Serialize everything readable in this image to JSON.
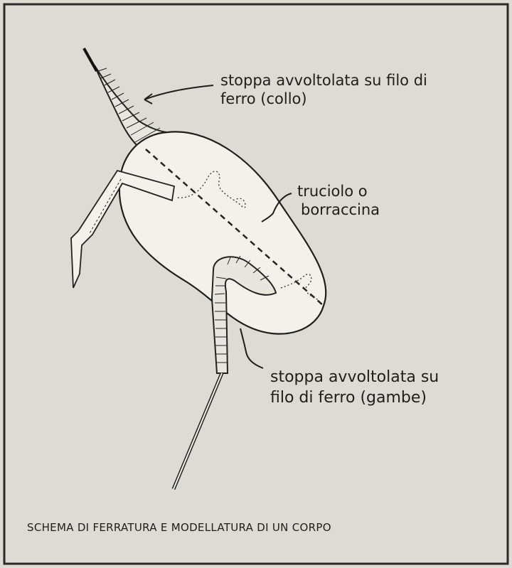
{
  "labels": {
    "neck_line1": "stoppa avvoltolata su filo di",
    "neck_line2": "ferro (collo)",
    "body_line1": "truciolo o",
    "body_line2": "borraccina",
    "legs_line1": "stoppa avvoltolata su",
    "legs_line2": "filo di ferro (gambe)"
  },
  "caption": "SCHEMA DI FERRATURA E MODELLATURA DI UN CORPO",
  "colors": {
    "paper": "#dcdbd4",
    "ink": "#1e1e1c",
    "body_fill": "#f3f1ea"
  }
}
